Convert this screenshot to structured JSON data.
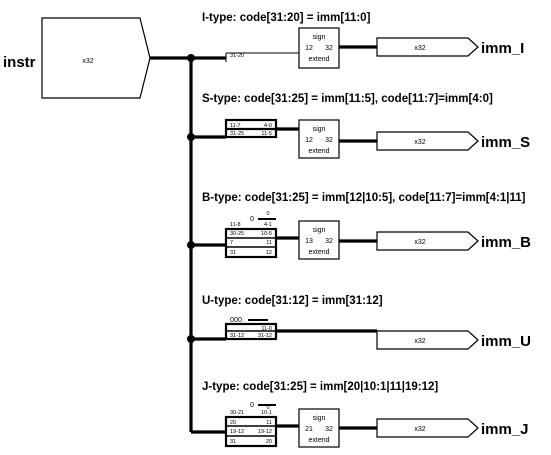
{
  "input": {
    "name": "instr",
    "width": "x32"
  },
  "sections": [
    {
      "title": "I-type: code[31:20] = imm[11:0]",
      "splitter": [
        {
          "left": "31-20",
          "right": ""
        }
      ],
      "extender": {
        "line1": "sign",
        "in": "12",
        "out": "32",
        "line3": "extend"
      },
      "output_width": "x32",
      "output": "imm_I"
    },
    {
      "title": "S-type: code[31:25] = imm[11:5], code[11:7]=imm[4:0]",
      "splitter": [
        {
          "left": "11-7",
          "right": "4-0"
        },
        {
          "left": "31-25",
          "right": "11-5"
        }
      ],
      "extender": {
        "line1": "sign",
        "in": "12",
        "out": "32",
        "line3": "extend"
      },
      "output_width": "x32",
      "output": "imm_S"
    },
    {
      "title": "B-type: code[31:25] = imm[12|10:5], code[11:7]=imm[4:1|11]",
      "constant": "0",
      "constant_bit": "0",
      "splitter": [
        {
          "left": "11-8",
          "right": "4-1"
        },
        {
          "left": "30-25",
          "right": "10-5"
        },
        {
          "left": "7",
          "right": "11"
        },
        {
          "left": "31",
          "right": "12"
        }
      ],
      "extender": {
        "line1": "sign",
        "in": "13",
        "out": "32",
        "line3": "extend"
      },
      "output_width": "x32",
      "output": "imm_B"
    },
    {
      "title": "U-type: code[31:12] = imm[31:12]",
      "constant": "000",
      "splitter": [
        {
          "left": "",
          "right": "11-0"
        },
        {
          "left": "31-12",
          "right": "31-12"
        }
      ],
      "output_width": "x32",
      "output": "imm_U"
    },
    {
      "title": "J-type: code[31:25] = imm[20|10:1|11|19:12]",
      "constant": "0",
      "constant_bit": "0",
      "splitter": [
        {
          "left": "30-21",
          "right": "10-1"
        },
        {
          "left": "20",
          "right": "11"
        },
        {
          "left": "19-12",
          "right": "19-12"
        },
        {
          "left": "31",
          "right": "20"
        }
      ],
      "extender": {
        "line1": "sign",
        "in": "21",
        "out": "32",
        "line3": "extend"
      },
      "output_width": "x32",
      "output": "imm_J"
    }
  ]
}
